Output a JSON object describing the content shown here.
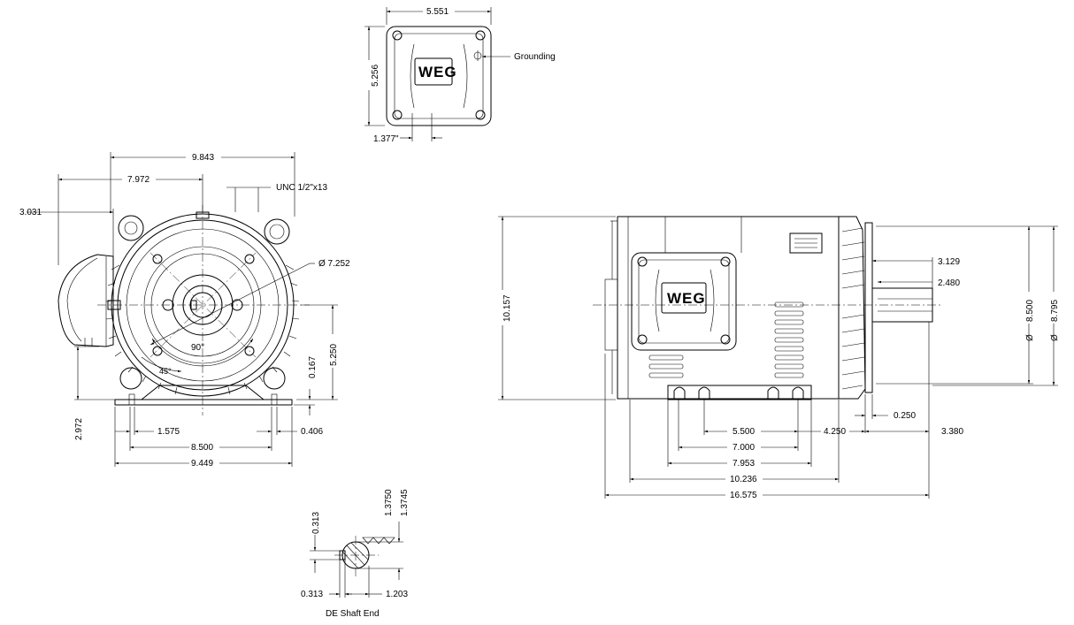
{
  "top_view": {
    "width": "5.551",
    "height": "5.256",
    "offset": "1.377\"",
    "grounding": "Grounding",
    "logo": "WEG"
  },
  "front_view": {
    "overall_width": "9.843",
    "width_a": "7.972",
    "left_offset": "3.031",
    "thread": "UNC 1/2\"x13",
    "diameter": "Ø  7.252",
    "height": "5.250",
    "base_thickness": "0.167",
    "base_height": "2.972",
    "foot_left": "1.575",
    "foot_right": "0.406",
    "foot_span": "8.500",
    "base_width": "9.449",
    "angle_90": "90°",
    "angle_45": "45°"
  },
  "side_view": {
    "height": "10.157",
    "shaft_len_a": "3.129",
    "shaft_len_b": "2.480",
    "dia_a": "8.500",
    "dia_b": "8.795",
    "dia_sym": "Ø",
    "flange": "0.250",
    "span_1": "5.500",
    "span_2": "7.000",
    "span_3": "7.953",
    "span_4": "10.236",
    "span_5": "16.575",
    "end_a": "4.250",
    "end_b": "3.380",
    "logo": "WEG"
  },
  "shaft_end": {
    "key_h": "0.313",
    "dia_max": "1.3750",
    "dia_min": "1.3745",
    "key_w": "0.313",
    "depth": "1.203",
    "caption": "DE Shaft End"
  }
}
